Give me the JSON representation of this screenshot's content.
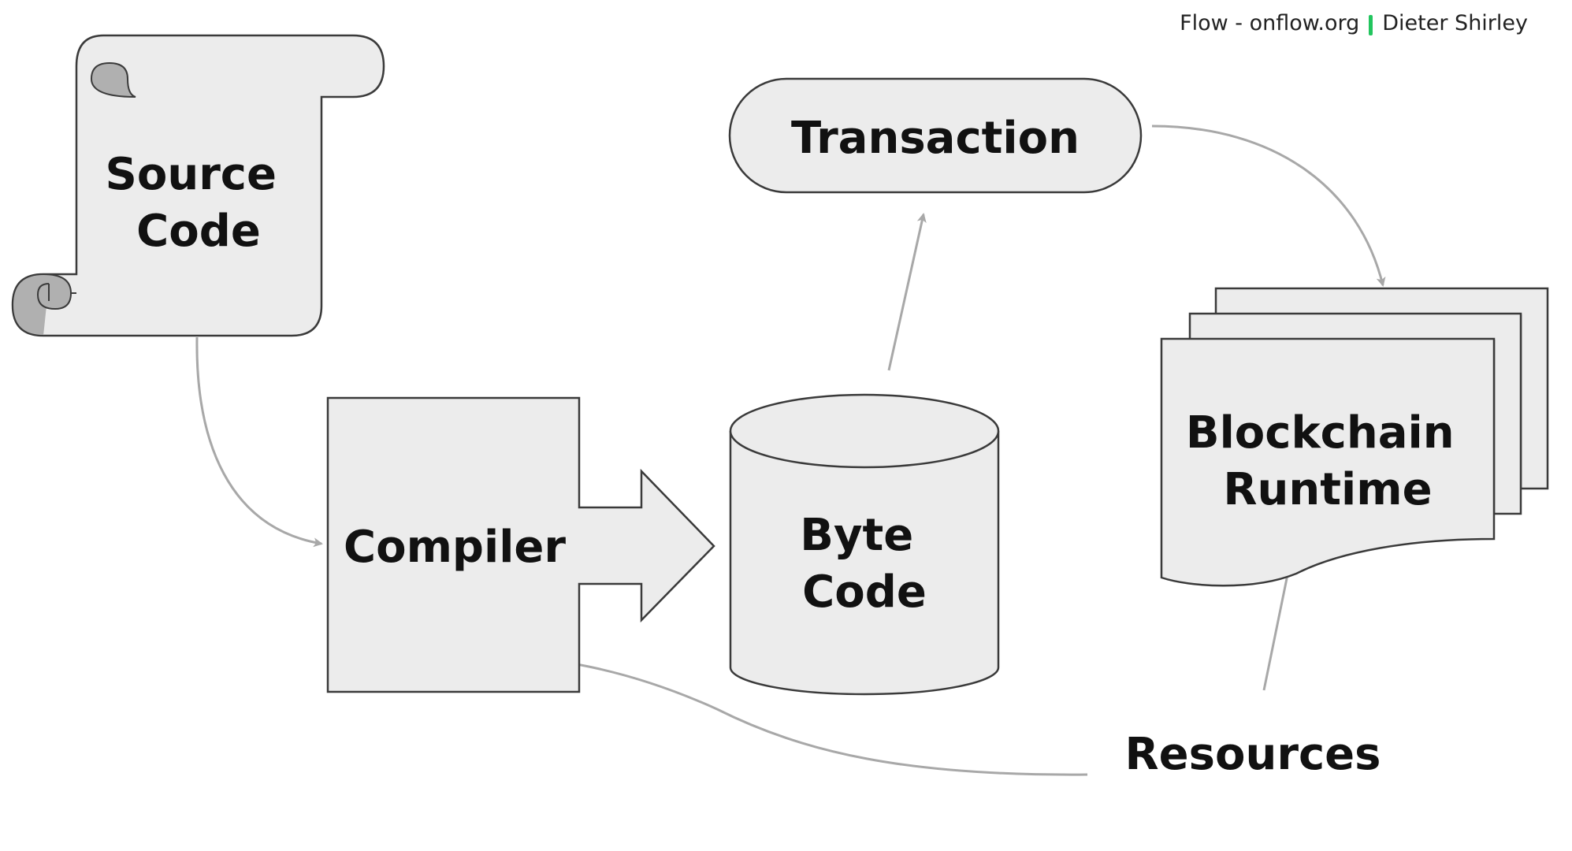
{
  "credit": {
    "source": "Flow - onflow.org",
    "author": "Dieter Shirley",
    "separator_color": "#22c55e"
  },
  "nodes": {
    "source_code": {
      "lines": [
        "Source",
        "Code"
      ],
      "shape": "scroll"
    },
    "compiler": {
      "lines": [
        "Compiler"
      ],
      "shape": "process-with-arrow"
    },
    "byte_code": {
      "lines": [
        "Byte",
        "Code"
      ],
      "shape": "cylinder"
    },
    "transaction": {
      "lines": [
        "Transaction"
      ],
      "shape": "rounded-terminal"
    },
    "blockchain_runtime": {
      "lines": [
        "Blockchain",
        "Runtime"
      ],
      "shape": "multi-document"
    },
    "resources": {
      "lines": [
        "Resources"
      ],
      "shape": "text"
    }
  },
  "edges": [
    {
      "from": "source_code",
      "to": "compiler"
    },
    {
      "from": "compiler",
      "to": "byte_code"
    },
    {
      "from": "byte_code",
      "to": "transaction"
    },
    {
      "from": "transaction",
      "to": "blockchain_runtime"
    },
    {
      "from": "resources",
      "to": "blockchain_runtime"
    },
    {
      "from": "resources",
      "to": "compiler"
    }
  ],
  "colors": {
    "shape_fill": "#ececec",
    "shape_stroke": "#3a3a3a",
    "scroll_curl_fill": "#b0b0b0",
    "connector": "#a8a8a8",
    "label": "#111111"
  }
}
